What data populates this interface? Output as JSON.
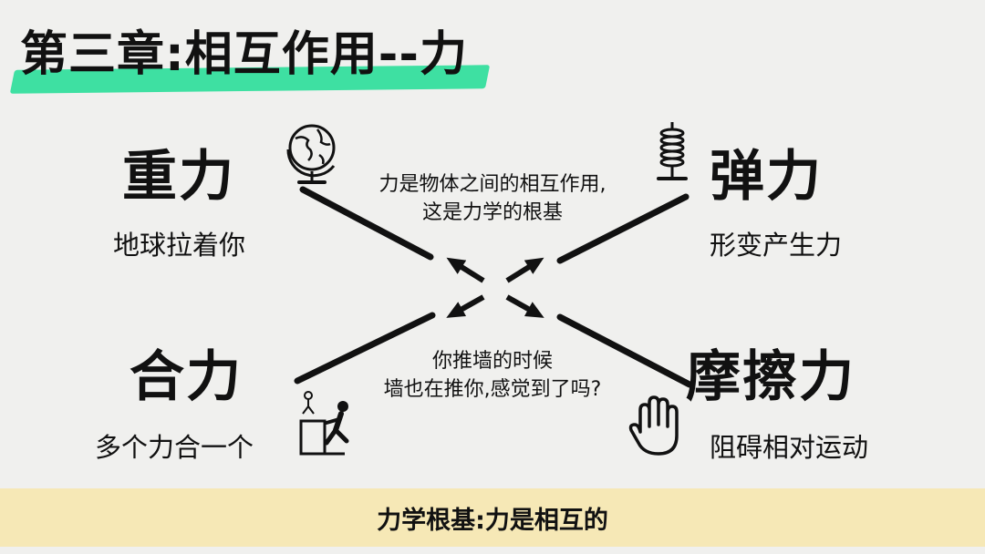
{
  "title": "第三章:相互作用--力",
  "center_top": {
    "line1": "力是物体之间的相互作用,",
    "line2": "这是力学的根基"
  },
  "center_bottom": {
    "line1": "你推墙的时候",
    "line2": "墙也在推你,感觉到了吗?"
  },
  "forces": {
    "gravity": {
      "name": "重力",
      "desc": "地球拉着你",
      "icon": "globe-icon"
    },
    "elastic": {
      "name": "弹力",
      "desc": "形变产生力",
      "icon": "spring-icon"
    },
    "resultant": {
      "name": "合力",
      "desc": "多个力合一个",
      "icon": "person-pushing-box-icon"
    },
    "friction": {
      "name": "摩擦力",
      "desc": "阻碍相对运动",
      "icon": "hand-icon"
    }
  },
  "footer": "力学根基:力是相互的",
  "colors": {
    "background": "#f0f0ee",
    "title_highlight": "#3ee0a2",
    "footer_bar": "#f6e8b6",
    "ink": "#111111"
  }
}
